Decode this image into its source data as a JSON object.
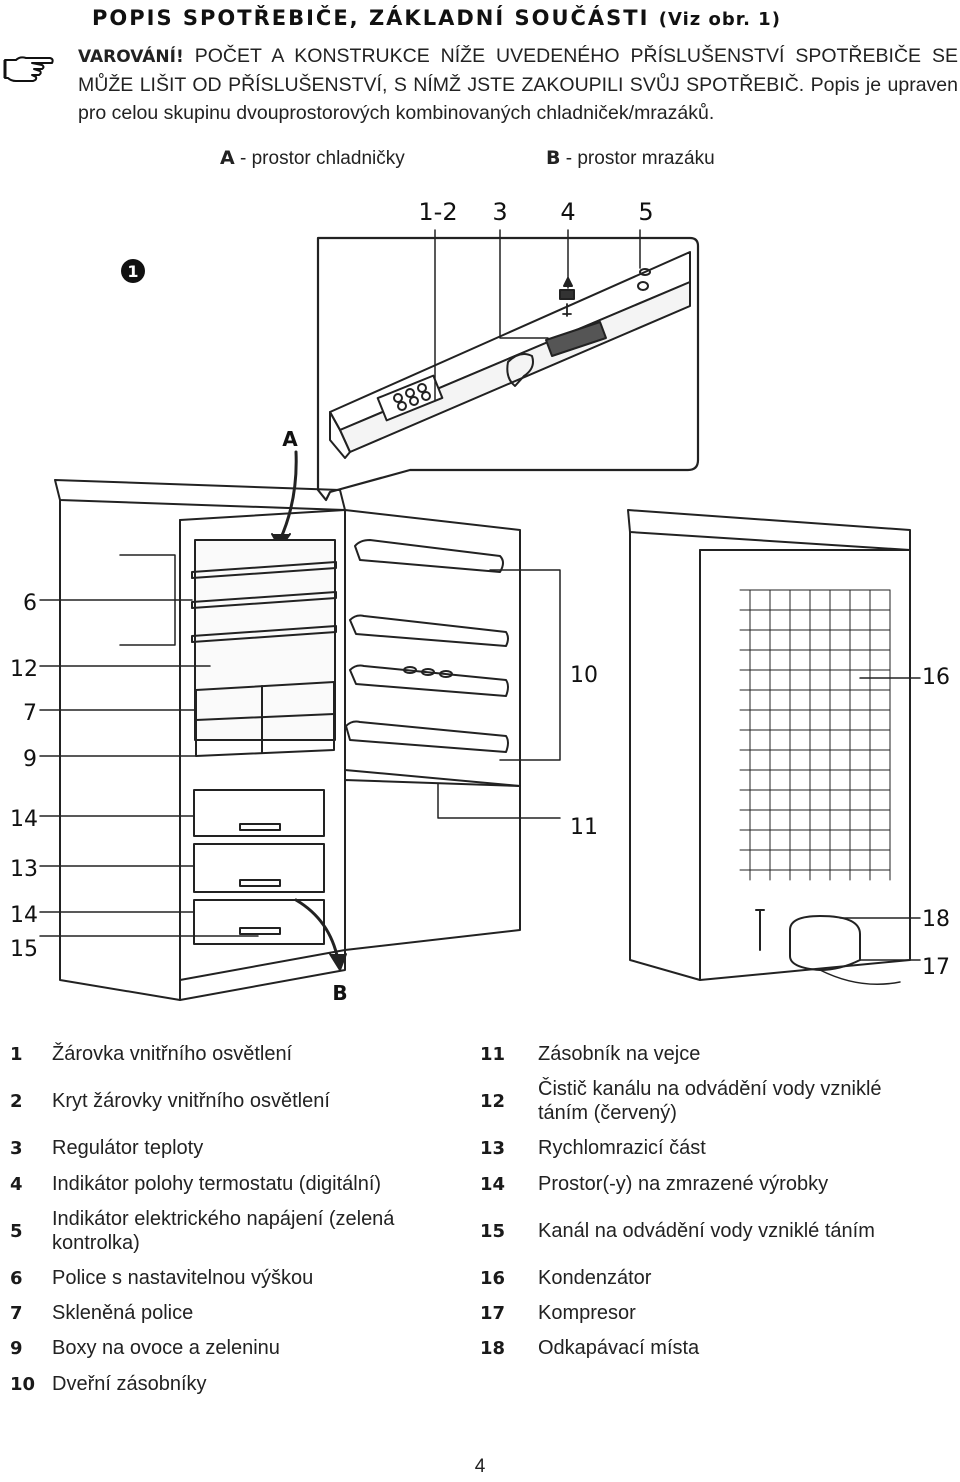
{
  "header": {
    "title": "POPIS SPOTŘEBIČE, ZÁKLADNÍ SOUČÁSTI",
    "title_ref": "(Viz obr. 1)"
  },
  "warning": {
    "icon": "pointing-hand-icon",
    "label": "VAROVÁNÍ!",
    "caps_text": "POČET A KONSTRUKCE NÍŽE UVEDENÉHO PŘÍSLUŠENSTVÍ SPOTŘEBIČE SE MŮŽE LIŠIT OD PŘÍSLUŠENSTVÍ, S NÍMŽ JSTE ZAKOUPILI SVŮJ SPOTŘEBIČ.",
    "text": "Popis je upraven pro celou skupinu dvouprostorových kombinovaných chladniček/mrazáků."
  },
  "compartments": {
    "a_letter": "A",
    "a_text": " - prostor chladničky",
    "b_letter": "B",
    "b_text": " - prostor mrazáku"
  },
  "figure": {
    "number": "1",
    "top_callouts": [
      "1-2",
      "3",
      "4",
      "5"
    ],
    "arrow_a": "A",
    "arrow_b": "B",
    "left_callouts": [
      "6",
      "12",
      "7",
      "9",
      "14",
      "13",
      "14",
      "15"
    ],
    "middle_callouts": [
      "10",
      "11"
    ],
    "right_callouts": [
      "16",
      "18",
      "17"
    ]
  },
  "parts": [
    {
      "num": "1",
      "label": "Žárovka vnitřního osvětlení"
    },
    {
      "num": "2",
      "label": "Kryt žárovky vnitřního osvětlení"
    },
    {
      "num": "3",
      "label": "Regulátor teploty"
    },
    {
      "num": "4",
      "label": "Indikátor polohy termostatu (digitální)"
    },
    {
      "num": "5",
      "label": "Indikátor elektrického napájení (zelená kontrolka)"
    },
    {
      "num": "6",
      "label": "Police s nastavitelnou výškou"
    },
    {
      "num": "7",
      "label": "Skleněná police"
    },
    {
      "num": "9",
      "label": "Boxy na ovoce a zeleninu"
    },
    {
      "num": "10",
      "label": "Dveřní zásobníky"
    },
    {
      "num": "11",
      "label": "Zásobník na vejce"
    },
    {
      "num": "12",
      "label": "Čistič kanálu na odvádění vody vzniklé táním (červený)"
    },
    {
      "num": "13",
      "label": "Rychlomrazicí část"
    },
    {
      "num": "14",
      "label": "Prostor(-y) na zmrazené výrobky"
    },
    {
      "num": "15",
      "label": "Kanál na odvádění vody vzniklé táním"
    },
    {
      "num": "16",
      "label": "Kondenzátor"
    },
    {
      "num": "17",
      "label": "Kompresor"
    },
    {
      "num": "18",
      "label": "Odkapávací místa"
    }
  ],
  "page_number": "4"
}
